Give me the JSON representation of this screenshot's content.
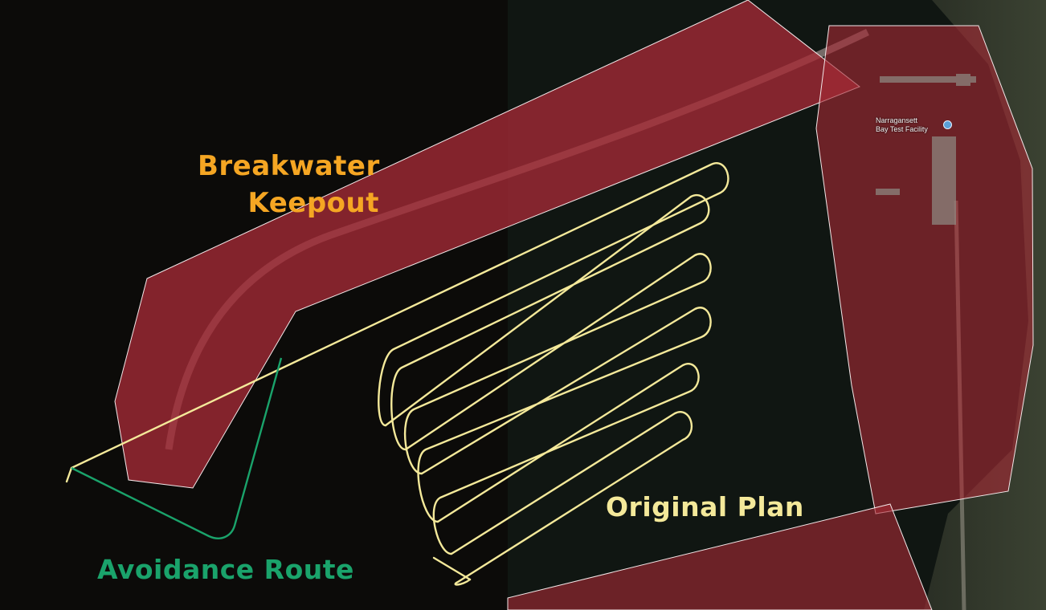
{
  "labels": {
    "breakwater_line1": "Breakwater",
    "breakwater_line2": "Keepout",
    "original_plan": "Original Plan",
    "avoidance_route": "Avoidance Route"
  },
  "poi": {
    "name_line1": "Narragansett",
    "name_line2": "Bay Test Facility",
    "icon": "location-pin-icon"
  },
  "colors": {
    "breakwater_label": "#f5a623",
    "original_plan": "#f4e99a",
    "avoidance_route": "#1aa36b",
    "keepout_fill": "#a52a36",
    "keepout_stroke": "#f3e8e9",
    "background_water": "#0c0b09"
  }
}
